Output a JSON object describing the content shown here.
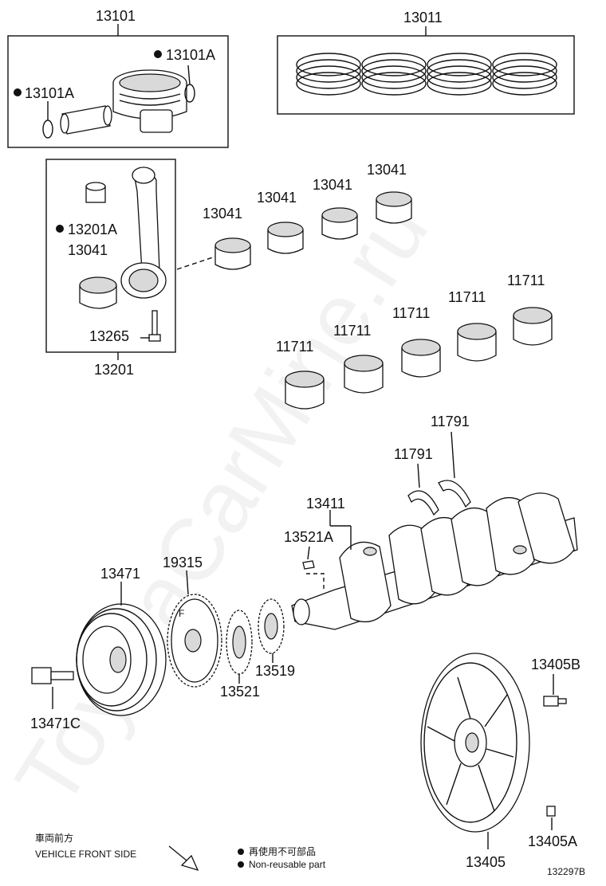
{
  "watermark": "ToyotaCarMine.ru",
  "labels": {
    "p13101": "13101",
    "p13011": "13011",
    "p13101A_1": "13101A",
    "p13101A_2": "13101A",
    "p13201A": "13201A",
    "p13041_box": "13041",
    "p13265": "13265",
    "p13201": "13201",
    "p13041_a": "13041",
    "p13041_b": "13041",
    "p13041_c": "13041",
    "p13041_d": "13041",
    "p11711_a": "11711",
    "p11711_b": "11711",
    "p11711_c": "11711",
    "p11711_d": "11711",
    "p11711_e": "11711",
    "p11791_a": "11791",
    "p11791_b": "11791",
    "p13411": "13411",
    "p13521A": "13521A",
    "p13471": "13471",
    "p19315": "19315",
    "p13519": "13519",
    "p13521": "13521",
    "p13471C": "13471C",
    "p13405B": "13405B",
    "p13405A": "13405A",
    "p13405": "13405"
  },
  "legend": {
    "front_jp": "車両前方",
    "front_en": "VEHICLE FRONT SIDE",
    "nonreuse_jp": "再使用不可部品",
    "nonreuse_en": "Non-reusable part"
  },
  "figure_code": "132297B"
}
